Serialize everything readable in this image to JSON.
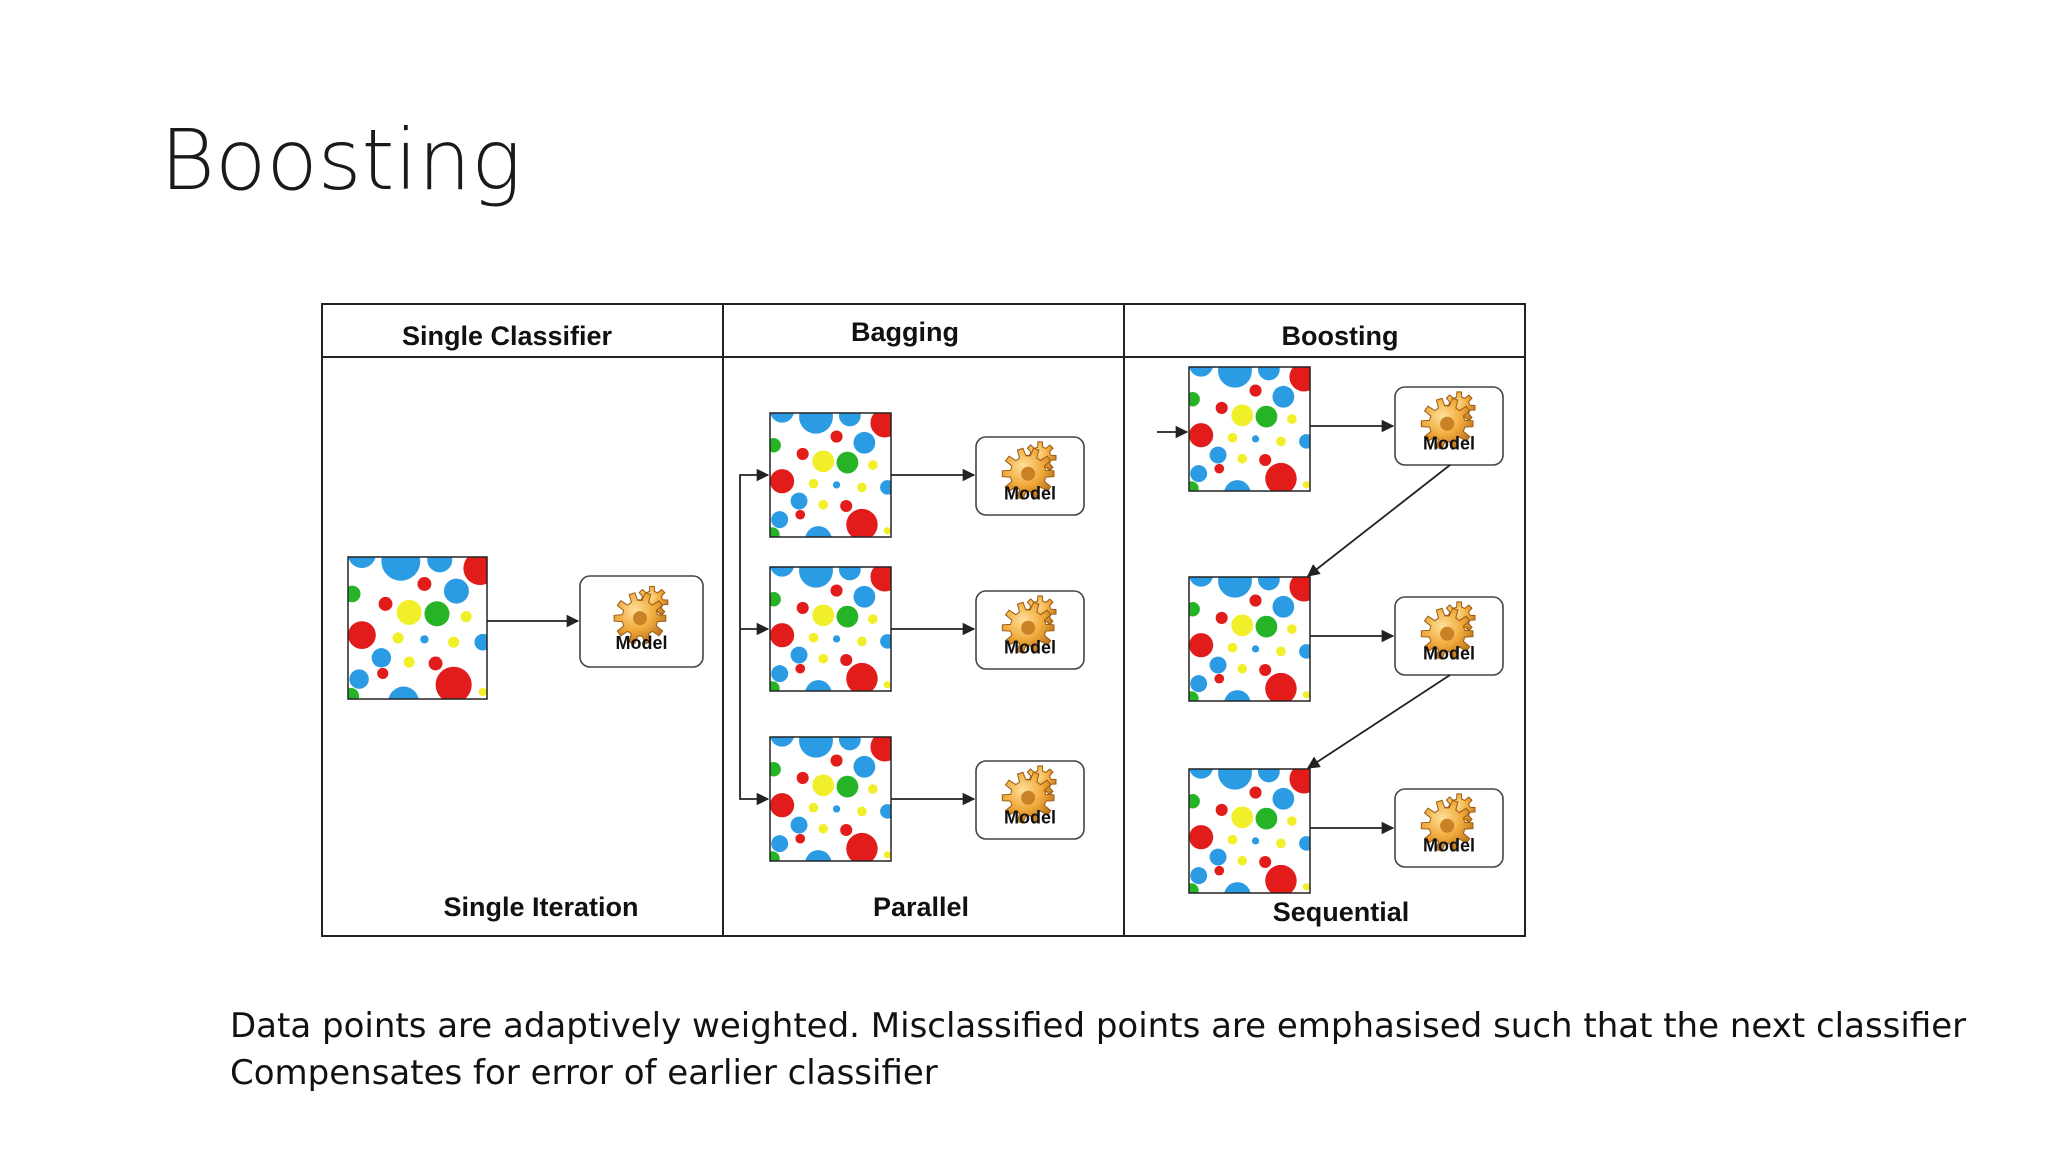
{
  "slide": {
    "title": "Boosting",
    "body_lines": [
      "Data points are adaptively weighted. Misclassified points are emphasised such that the next classifier",
      "Compensates for error of earlier classifier"
    ]
  },
  "diagram": {
    "columns": [
      {
        "header": "Single Classifier",
        "footer": "Single Iteration"
      },
      {
        "header": "Bagging",
        "footer": "Parallel"
      },
      {
        "header": "Boosting",
        "footer": "Sequential"
      }
    ],
    "model_label": "Model",
    "dot_colors": [
      "#e21b1b",
      "#2b9be3",
      "#26b426",
      "#f1ef2a"
    ],
    "gear_color": "#e9a23b",
    "line_color": "#222222"
  }
}
